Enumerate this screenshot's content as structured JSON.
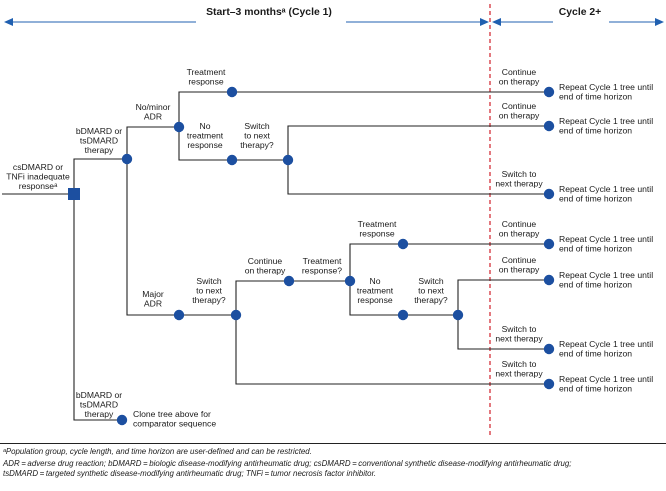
{
  "header": {
    "cycle1": "Start–3 monthsᵃ (Cycle 1)",
    "cycle2": "Cycle 2+"
  },
  "labels": {
    "root": [
      "csDMARD or",
      "TNFi inadequate",
      "responseᵃ"
    ],
    "bdmard_top": [
      "bDMARD or",
      "tsDMARD",
      "therapy"
    ],
    "no_minor_adr": [
      "No/minor",
      "ADR"
    ],
    "treatment_response_1": [
      "Treatment",
      "response"
    ],
    "no_treatment_response_1": [
      "No",
      "treatment",
      "response"
    ],
    "switch_1": [
      "Switch",
      "to next",
      "therapy?"
    ],
    "major_adr": [
      "Major",
      "ADR"
    ],
    "switch_2": [
      "Switch",
      "to next",
      "therapy?"
    ],
    "continue_therapy_mid": [
      "Continue",
      "on therapy"
    ],
    "treatment_response_q": [
      "Treatment",
      "response?"
    ],
    "treatment_response_2": [
      "Treatment",
      "response"
    ],
    "no_treatment_response_2": [
      "No",
      "treatment",
      "response"
    ],
    "switch_3": [
      "Switch",
      "to next",
      "therapy?"
    ],
    "bdmard_bottom": [
      "bDMARD or",
      "tsDMARD",
      "therapy"
    ],
    "clone": [
      "Clone tree above for",
      "comparator sequence"
    ]
  },
  "outcomes": [
    {
      "action": [
        "Continue",
        "on therapy"
      ],
      "result": [
        "Repeat Cycle 1 tree until",
        "end of time horizon"
      ]
    },
    {
      "action": [
        "Continue",
        "on therapy"
      ],
      "result": [
        "Repeat Cycle 1 tree until",
        "end of time horizon"
      ]
    },
    {
      "action": [
        "Switch to",
        "next therapy"
      ],
      "result": [
        "Repeat Cycle 1 tree until",
        "end of time horizon"
      ]
    },
    {
      "action": [
        "Continue",
        "on therapy"
      ],
      "result": [
        "Repeat Cycle 1 tree until",
        "end of time horizon"
      ]
    },
    {
      "action": [
        "Continue",
        "on therapy"
      ],
      "result": [
        "Repeat Cycle 1 tree until",
        "end of time horizon"
      ]
    },
    {
      "action": [
        "Switch to",
        "next therapy"
      ],
      "result": [
        "Repeat Cycle 1 tree until",
        "end of time horizon"
      ]
    },
    {
      "action": [
        "Switch to",
        "next therapy"
      ],
      "result": [
        "Repeat Cycle 1 tree until",
        "end of time horizon"
      ]
    }
  ],
  "footnotes": {
    "note_a": "ᵃPopulation group, cycle length, and time horizon are user-defined and can be restricted.",
    "abbrev_1": "ADR = adverse drug reaction; bDMARD = biologic disease-modifying antirheumatic drug; csDMARD = conventional synthetic disease-modifying antirheumatic drug;",
    "abbrev_2": "tsDMARD = targeted synthetic disease-modifying antirheumatic drug; TNFi = tumor necrosis factor inhibitor."
  },
  "colors": {
    "node": "#1c4fa0",
    "arrow": "#2060b0",
    "divider": "#d0202a",
    "line": "#222222"
  }
}
